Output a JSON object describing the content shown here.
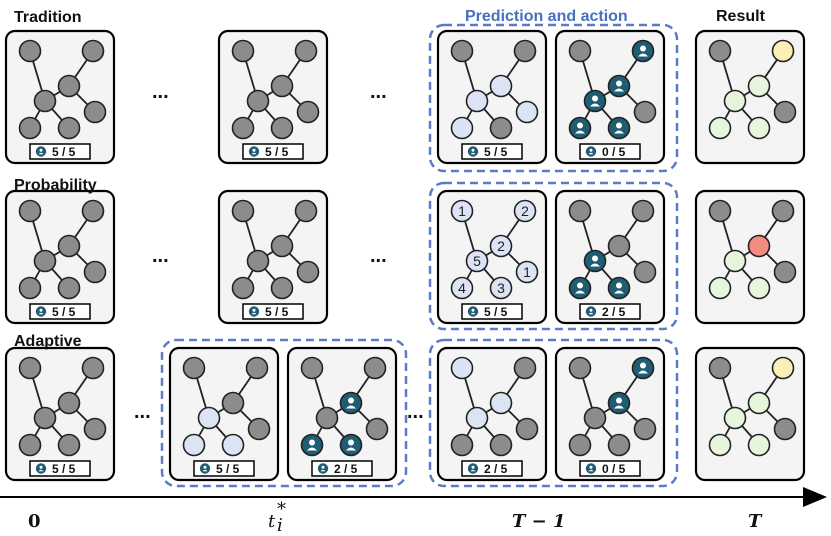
{
  "headers": {
    "prediction_and_action": "Prediction and action",
    "result": "Result"
  },
  "rows": [
    {
      "label": "Tradition"
    },
    {
      "label": "Probability"
    },
    {
      "label": "Adaptive"
    }
  ],
  "counters": {
    "r1c1": "5 / 5",
    "r1c2": "5 / 5",
    "r1c3": "5 / 5",
    "r1c4": "0 / 5",
    "r2c1": "5 / 5",
    "r2c2": "5 / 5",
    "r2c3": "5 / 5",
    "r2c4": "2 / 5",
    "r3c1": "5 / 5",
    "r3c2": "5 / 5",
    "r3c3": "2 / 5",
    "r3c4": "2 / 5",
    "r3c5": "0 / 5"
  },
  "node_numbers": [
    "1",
    "2",
    "2",
    "5",
    "1",
    "4",
    "3"
  ],
  "ellipsis": "...",
  "axis": {
    "t0": "0",
    "ti_base": "t",
    "ti_sub": "i",
    "ti_sup": "*",
    "tminus": "T − 1",
    "t": "T"
  },
  "colors": {
    "gray_node": "#8c8c8c",
    "light_blue_node": "#dce3f5",
    "teal_node": "#1e5d73",
    "light_green_node": "#e6f5dc",
    "yellow_node": "#fbefb8",
    "red_node": "#f28b82",
    "dashed_border": "#5a7cc7"
  },
  "icons": [
    "agent-icon",
    "dashed-group-frame",
    "arrow-axis"
  ]
}
